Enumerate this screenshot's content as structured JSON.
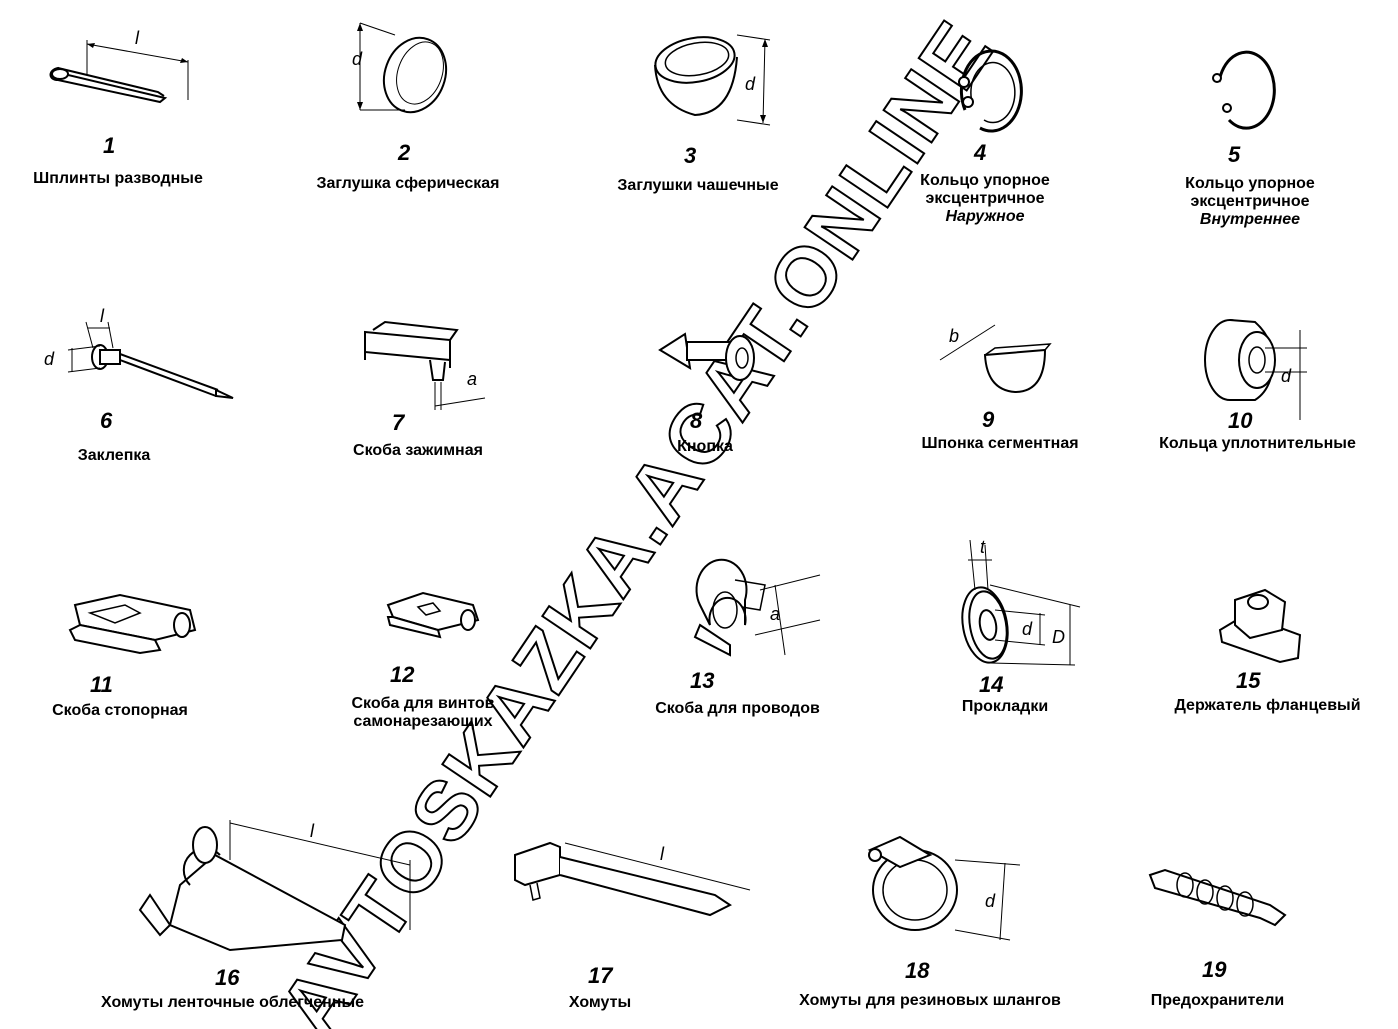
{
  "items": [
    {
      "num": "1",
      "lines": [
        "Шплинты разводные"
      ]
    },
    {
      "num": "2",
      "lines": [
        "Заглушка сферическая"
      ]
    },
    {
      "num": "3",
      "lines": [
        "Заглушки чашечные"
      ]
    },
    {
      "num": "4",
      "lines": [
        "Кольцо упорное",
        "эксцентричное"
      ],
      "note": "Наружное"
    },
    {
      "num": "5",
      "lines": [
        "Кольцо упорное",
        "эксцентричное"
      ],
      "note": "Внутреннее"
    },
    {
      "num": "6",
      "lines": [
        "Заклепка"
      ]
    },
    {
      "num": "7",
      "lines": [
        "Скоба зажимная"
      ]
    },
    {
      "num": "8",
      "lines": [
        "Кнопка"
      ]
    },
    {
      "num": "9",
      "lines": [
        "Шпонка сегментная"
      ]
    },
    {
      "num": "10",
      "lines": [
        "Кольца уплотнительные"
      ]
    },
    {
      "num": "11",
      "lines": [
        "Скоба стопорная"
      ]
    },
    {
      "num": "12",
      "lines": [
        "Скоба для винтов",
        "самонарезающих"
      ]
    },
    {
      "num": "13",
      "lines": [
        "Скоба для проводов"
      ]
    },
    {
      "num": "14",
      "lines": [
        "Прокладки"
      ]
    },
    {
      "num": "15",
      "lines": [
        "Держатель фланцевый"
      ]
    },
    {
      "num": "16",
      "lines": [
        "Хомуты ленточные облегченные"
      ]
    },
    {
      "num": "17",
      "lines": [
        "Хомуты"
      ]
    },
    {
      "num": "18",
      "lines": [
        "Хомуты для резиновых шлангов"
      ]
    },
    {
      "num": "19",
      "lines": [
        "Предохранители"
      ]
    }
  ],
  "dims": {
    "l": "l",
    "d": "d",
    "a": "a",
    "b": "b",
    "t": "t",
    "D": "D"
  },
  "watermark": "AVTOSKAZKA.ACAT.ONLINE"
}
